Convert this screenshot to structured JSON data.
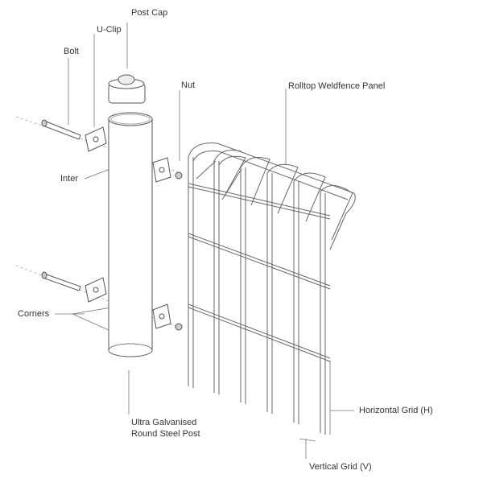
{
  "labels": {
    "post_cap": "Post Cap",
    "u_clip": "U-Clip",
    "bolt": "Bolt",
    "nut": "Nut",
    "panel": "Rolltop Weldfence Panel",
    "inter": "Inter",
    "corners": "Corners",
    "post_line1": "Ultra Galvanised",
    "post_line2": "Round Steel Post",
    "horizontal_grid": "Horizontal Grid (H)",
    "vertical_grid": "Vertical Grid (V)"
  },
  "colors": {
    "line": "#555555",
    "text": "#333333"
  }
}
